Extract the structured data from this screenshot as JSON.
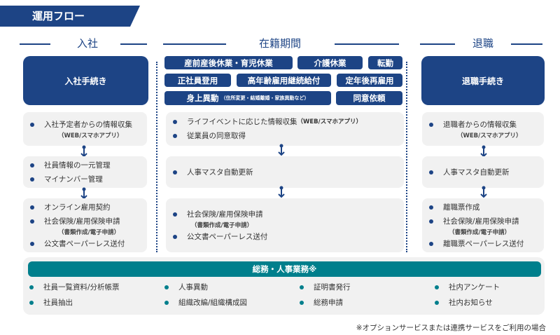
{
  "title": "運用フロー",
  "sections": {
    "join": "入社",
    "tenure": "在籍期間",
    "leave": "退職"
  },
  "join": {
    "box": "入社手続き",
    "step1": {
      "i1": "入社予定者からの情報収集",
      "s1": "（WEB/スマホアプリ）"
    },
    "step2": {
      "i1": "社員情報の一元管理",
      "i2": "マイナンバー管理"
    },
    "step3": {
      "i1": "オンライン雇用契約",
      "i2": "社会保険/雇用保険申請",
      "s2": "（書類作成/電子申請）",
      "i3": "公文書ペーパーレス送付"
    }
  },
  "tenure": {
    "tags": [
      "産前産後休業・育児休業",
      "介護休業",
      "転勤",
      "正社員登用",
      "高年齢雇用継続給付",
      "定年後再雇用",
      "身上異動",
      "同意依頼"
    ],
    "tag_note": "（住所変更・結婚離婚・家族異動など）",
    "step1": {
      "i1": "ライフイベントに応じた情報収集",
      "i1s": "（WEB/スマホアプリ）",
      "i2": "従業員の同意取得"
    },
    "step2": {
      "i1": "人事マスタ自動更新"
    },
    "step3": {
      "i1": "社会保険/雇用保険申請",
      "s1": "（書類作成/電子申請）",
      "i2": "公文書ペーパーレス送付"
    }
  },
  "leave": {
    "box": "退職手続き",
    "step1": {
      "i1": "退職者からの情報収集",
      "s1": "（WEB/スマホアプリ）"
    },
    "step2": {
      "i1": "人事マスタ自動更新"
    },
    "step3": {
      "i1": "離職票作成",
      "i2": "社会保険/雇用保険申請",
      "s2": "（書類作成/電子申請）",
      "i3": "離職票ペーパーレス送付"
    }
  },
  "general": {
    "title": "総務・人事業務※",
    "items": [
      "社員一覧資料/分析帳票",
      "人事異動",
      "証明書発行",
      "社内アンケート",
      "社員抽出",
      "組織改編/組織構成図",
      "総務申請",
      "社内お知らせ"
    ]
  },
  "footnote": "※オプションサービスまたは連携サービスをご利用の場合",
  "colors": {
    "navy": "#1d4485",
    "teal": "#007f8c",
    "panel": "#f1f1f1"
  }
}
